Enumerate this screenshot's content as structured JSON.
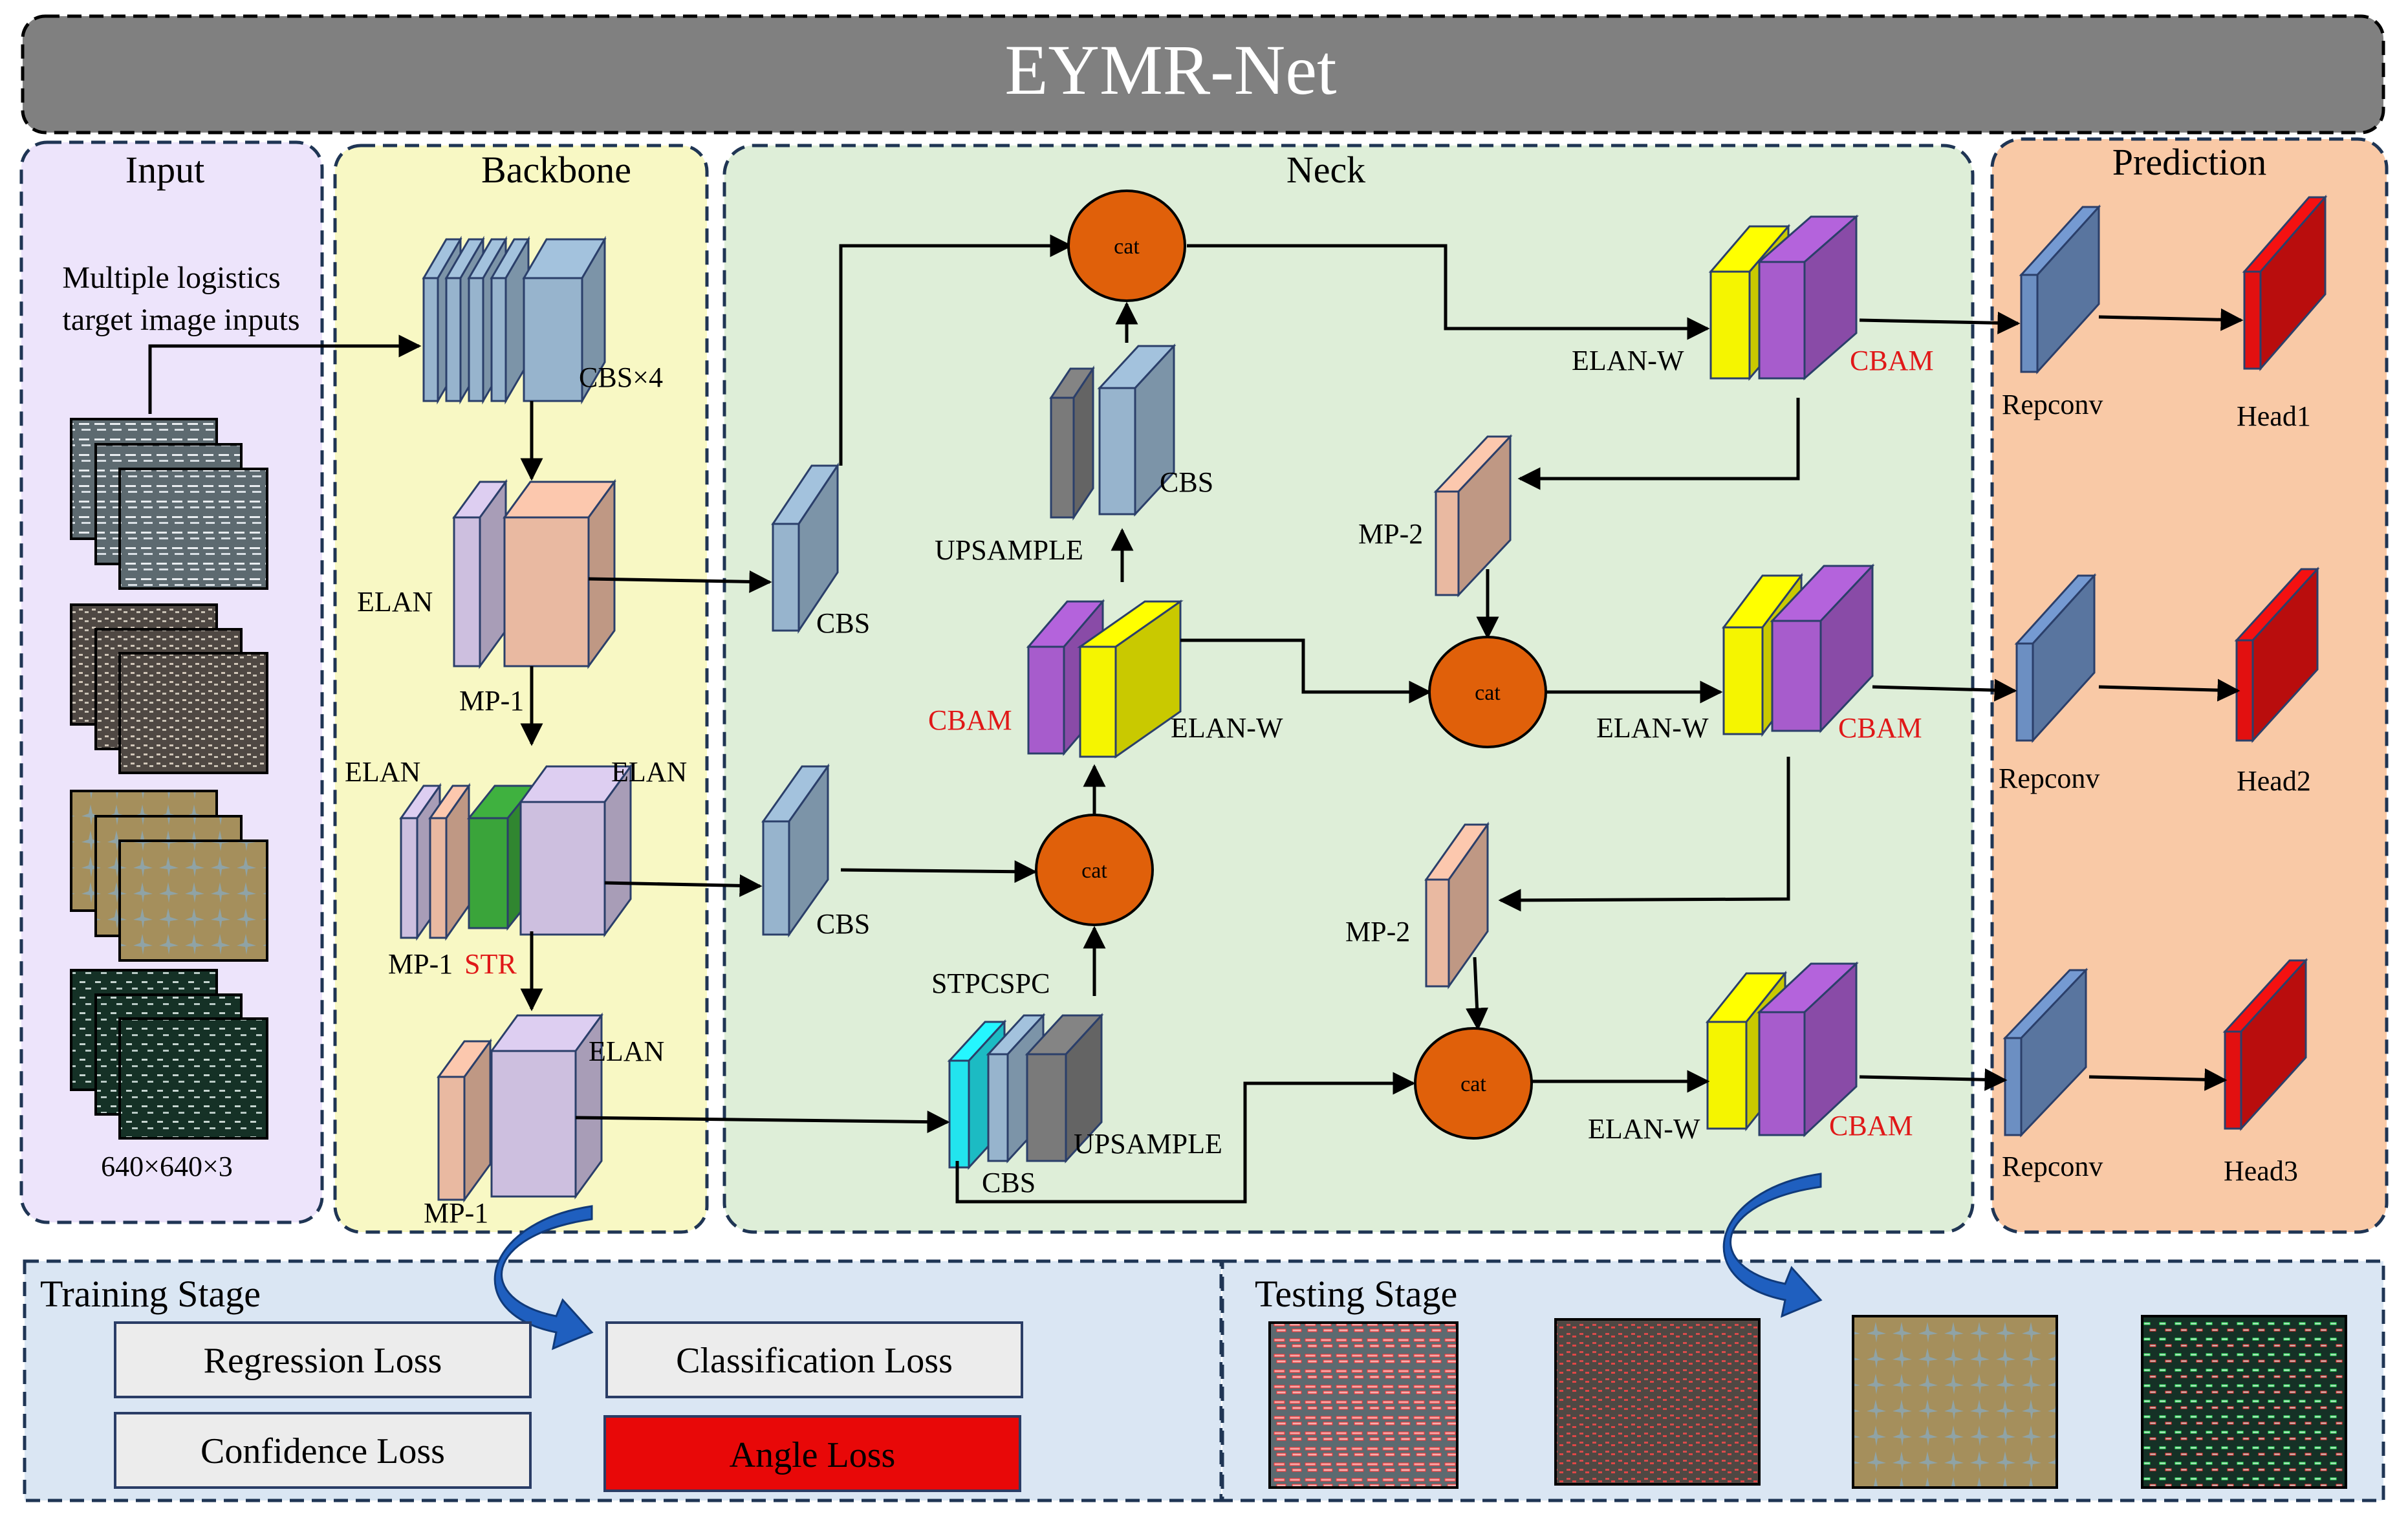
{
  "title": "EYMR-Net",
  "sections": {
    "input": "Input",
    "backbone": "Backbone",
    "neck": "Neck",
    "prediction": "Prediction",
    "training": "Training Stage",
    "testing": "Testing Stage"
  },
  "input": {
    "caption_line1": "Multiple logistics",
    "caption_line2": "target image inputs",
    "size": "640×640×3"
  },
  "backbone": {
    "cbs4": "CBS×4",
    "elan1": "ELAN",
    "mp1a": "MP-1",
    "elan2a": "ELAN",
    "elan2b": "ELAN",
    "mp1b": "MP-1",
    "str": "STR",
    "elan3": "ELAN",
    "mp1c": "MP-1"
  },
  "neck": {
    "cbs1": "CBS",
    "cbs2": "CBS",
    "cbs_up": "CBS",
    "upsample1": "UPSAMPLE",
    "cbam_mid": "CBAM",
    "elanw_mid": "ELAN-W",
    "stpcspc": "STPCSPC",
    "upsample2": "UPSAMPLE",
    "cbs_bottom": "CBS",
    "cat": "cat",
    "elanw1": "ELAN-W",
    "cbam1": "CBAM",
    "mp2a": "MP-2",
    "elanw2": "ELAN-W",
    "cbam2": "CBAM",
    "mp2b": "MP-2",
    "elanw3": "ELAN-W",
    "cbam3": "CBAM"
  },
  "prediction": {
    "repconv": "Repconv",
    "head1": "Head1",
    "head2": "Head2",
    "head3": "Head3"
  },
  "losses": {
    "regression": "Regression Loss",
    "classification": "Classification Loss",
    "confidence": "Confidence Loss",
    "angle": "Angle Loss"
  },
  "colors": {
    "title_bar": "#808080",
    "input_bg": "#ede4fb",
    "backbone_bg": "#f8f8c4",
    "neck_bg": "#deeed8",
    "prediction_bg": "#f9c9a6",
    "stage_bg": "#dae6f3",
    "cat_node": "#e0600a",
    "cbs_block": "#97b4cd",
    "elan_block": "#cdbfdf",
    "mp_block": "#e9b9a1",
    "str_block": "#3aa43a",
    "elanw_block": "#f5f500",
    "cbam_block": "#a75ccc",
    "repconv_block": "#6c8fc2",
    "head_block": "#e21010",
    "upsample_block": "#7a7a7a",
    "highlight_text": "#e01818",
    "angle_loss": "#e80808"
  }
}
